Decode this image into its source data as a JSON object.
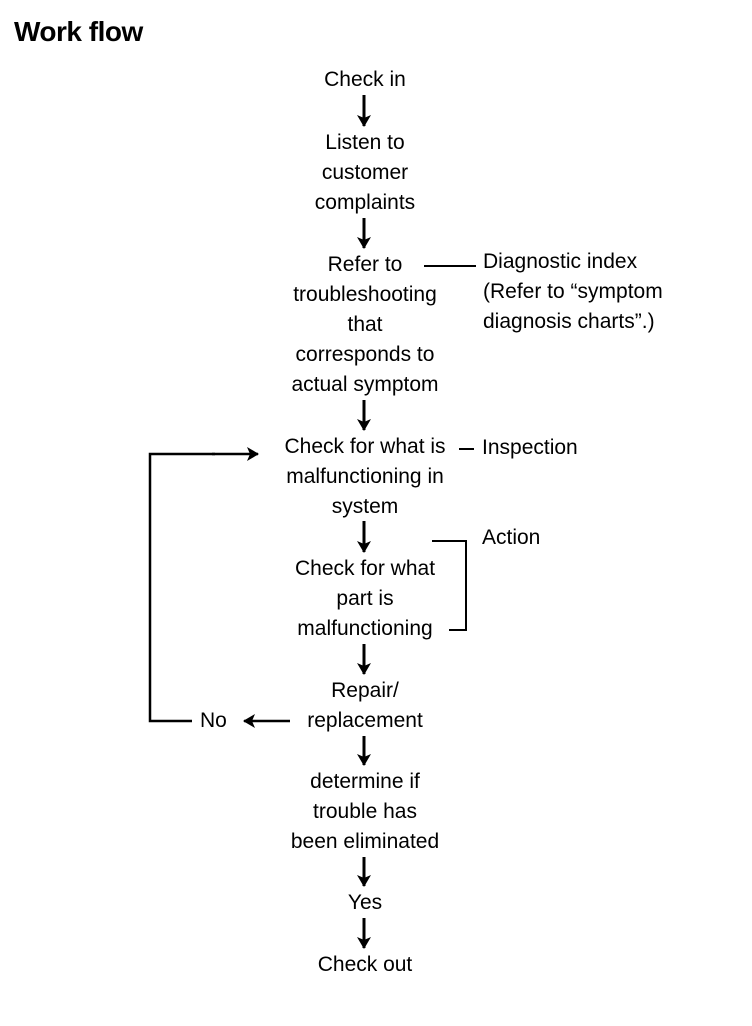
{
  "title": "Work flow",
  "steps": [
    {
      "id": "check-in",
      "text": "Check in"
    },
    {
      "id": "listen",
      "text": "Listen to\ncustomer\ncomplaints"
    },
    {
      "id": "refer",
      "text": "Refer to\ntroubleshooting\nthat\ncorresponds to\nactual symptom"
    },
    {
      "id": "check-system",
      "text": "Check for what is\nmalfunctioning in\nsystem"
    },
    {
      "id": "check-part",
      "text": "Check for what\npart is\nmalfunctioning"
    },
    {
      "id": "repair",
      "text": "Repair/\nreplacement"
    },
    {
      "id": "determine",
      "text": "determine if\ntrouble has\nbeen eliminated"
    },
    {
      "id": "yes",
      "text": "Yes"
    },
    {
      "id": "check-out",
      "text": "Check out"
    }
  ],
  "side_labels": {
    "diagnostic": "Diagnostic index\n(Refer to “symptom\ndiagnosis charts”.)",
    "inspection": "Inspection",
    "action": "Action",
    "no": "No"
  }
}
